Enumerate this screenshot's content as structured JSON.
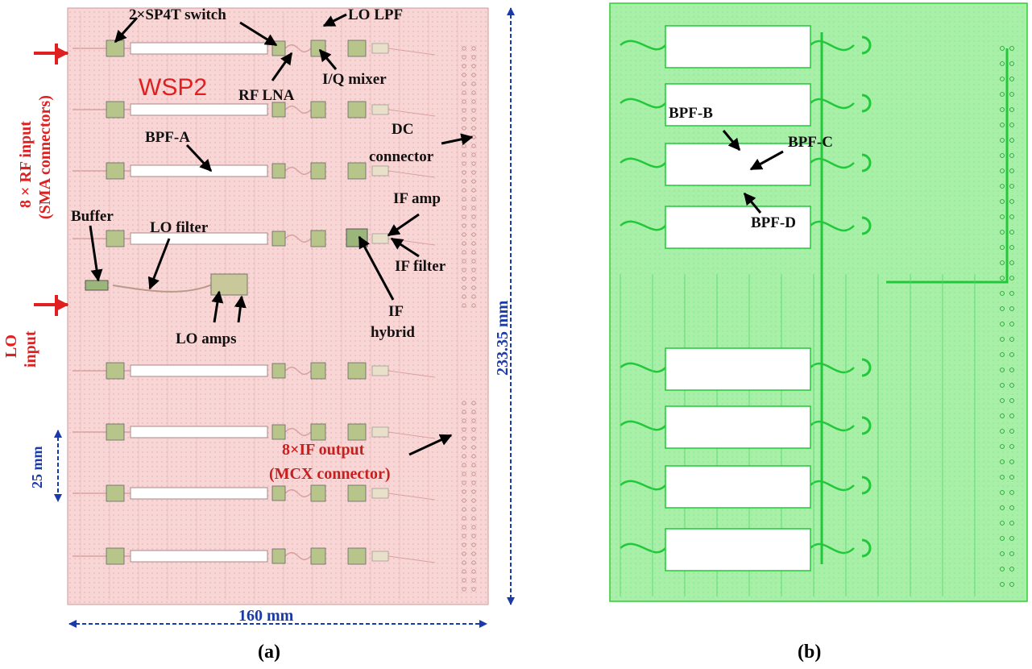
{
  "panel_a": {
    "caption": "(a)",
    "board_title": "WSP2",
    "labels": {
      "switch": "2×SP4T switch",
      "lo_lpf": "LO LPF",
      "iq_mixer": "I/Q mixer",
      "rf_lna": "RF LNA",
      "dc_connector_1": "DC",
      "dc_connector_2": "connector",
      "bpf_a": "BPF-A",
      "if_amp": "IF amp",
      "buffer": "Buffer",
      "lo_filter": "LO filter",
      "if_filter": "IF filter",
      "if_hybrid_1": "IF",
      "if_hybrid_2": "hybrid",
      "lo_amps": "LO amps",
      "if_output_1": "8×IF output",
      "if_output_2": "(MCX connector)"
    },
    "side_labels": {
      "rf_input_1": "8 × RF input",
      "rf_input_2": "(SMA connectors)",
      "lo_input_1": "LO",
      "lo_input_2": "input"
    },
    "dimensions": {
      "width": "160 mm",
      "height": "233.35 mm",
      "pitch": "25 mm"
    }
  },
  "panel_b": {
    "caption": "(b)",
    "labels": {
      "bpf_b": "BPF-B",
      "bpf_c": "BPF-C",
      "bpf_d": "BPF-D"
    }
  },
  "colors": {
    "board_a": "#f8d6d6",
    "board_b": "#a8f0a8",
    "trace_a": "#d9a0a0",
    "trace_b": "#22c83a",
    "pad_a": "#b7c48a",
    "red_label": "#e02020",
    "blue_dimension": "#1a3aa8"
  }
}
